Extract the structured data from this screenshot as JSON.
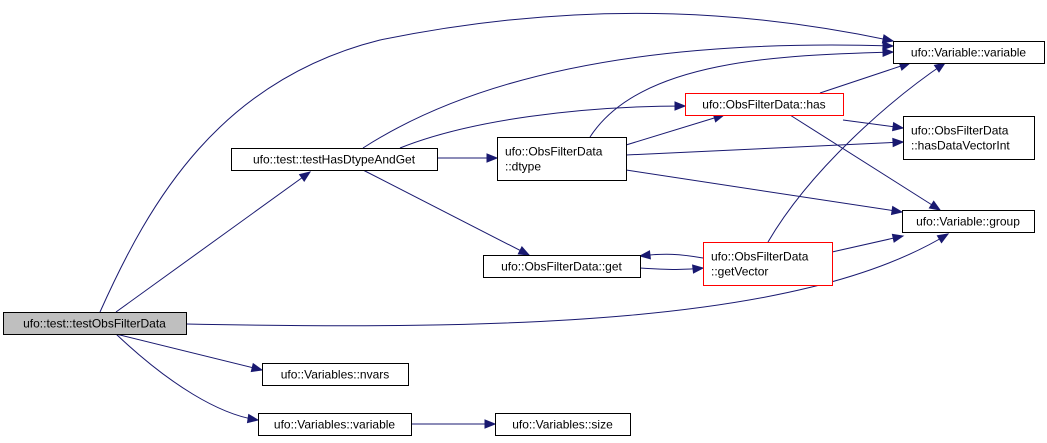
{
  "colors": {
    "edge": "#191970",
    "node_border": "#000000",
    "node_border_truncated": "#ff0000",
    "node_fill": "#ffffff",
    "root_fill": "#bfbfbf"
  },
  "nodes": {
    "testObsFilterData": {
      "lines": [
        "ufo::test::testObsFilterData"
      ],
      "root": true
    },
    "testHasDtypeAndGet": {
      "lines": [
        "ufo::test::testHasDtypeAndGet"
      ]
    },
    "variableVariable": {
      "lines": [
        "ufo::Variable::variable"
      ]
    },
    "obsHas": {
      "lines": [
        "ufo::ObsFilterData::has"
      ],
      "truncated": true
    },
    "dtype": {
      "lines": [
        "ufo::ObsFilterData",
        "::dtype"
      ]
    },
    "hasDataVectorInt": {
      "lines": [
        "ufo::ObsFilterData",
        "::hasDataVectorInt"
      ]
    },
    "variableGroup": {
      "lines": [
        "ufo::Variable::group"
      ]
    },
    "obsGet": {
      "lines": [
        "ufo::ObsFilterData::get"
      ]
    },
    "getVector": {
      "lines": [
        "ufo::ObsFilterData",
        "::getVector"
      ],
      "truncated": true
    },
    "nvars": {
      "lines": [
        "ufo::Variables::nvars"
      ]
    },
    "variablesVariable": {
      "lines": [
        "ufo::Variables::variable"
      ]
    },
    "variablesSize": {
      "lines": [
        "ufo::Variables::size"
      ]
    }
  },
  "edges": [
    {
      "from": "testObsFilterData",
      "to": "testHasDtypeAndGet"
    },
    {
      "from": "testObsFilterData",
      "to": "variableVariable"
    },
    {
      "from": "testObsFilterData",
      "to": "variableGroup"
    },
    {
      "from": "testObsFilterData",
      "to": "nvars"
    },
    {
      "from": "testObsFilterData",
      "to": "variablesVariable"
    },
    {
      "from": "testHasDtypeAndGet",
      "to": "dtype"
    },
    {
      "from": "testHasDtypeAndGet",
      "to": "obsGet"
    },
    {
      "from": "testHasDtypeAndGet",
      "to": "obsHas"
    },
    {
      "from": "testHasDtypeAndGet",
      "to": "variableVariable"
    },
    {
      "from": "dtype",
      "to": "obsHas"
    },
    {
      "from": "dtype",
      "to": "variableVariable"
    },
    {
      "from": "dtype",
      "to": "hasDataVectorInt"
    },
    {
      "from": "dtype",
      "to": "variableGroup"
    },
    {
      "from": "obsHas",
      "to": "variableVariable"
    },
    {
      "from": "obsHas",
      "to": "hasDataVectorInt"
    },
    {
      "from": "obsHas",
      "to": "variableGroup"
    },
    {
      "from": "obsGet",
      "to": "getVector"
    },
    {
      "from": "getVector",
      "to": "obsGet"
    },
    {
      "from": "getVector",
      "to": "variableVariable"
    },
    {
      "from": "getVector",
      "to": "variableGroup"
    },
    {
      "from": "variablesVariable",
      "to": "variablesSize"
    }
  ]
}
